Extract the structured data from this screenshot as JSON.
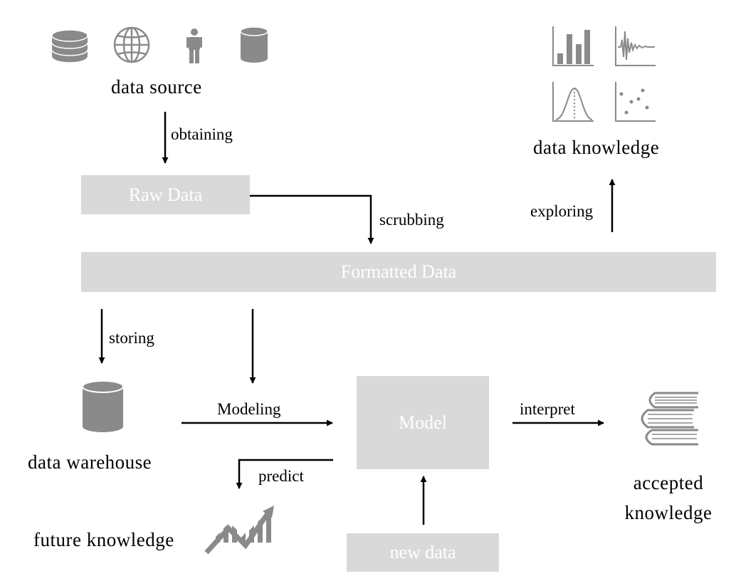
{
  "nodes": {
    "data_source": "data source",
    "raw_data": "Raw Data",
    "formatted_data": "Formatted Data",
    "data_knowledge": "data knowledge",
    "data_warehouse": "data warehouse",
    "model": "Model",
    "accepted_knowledge_1": "accepted",
    "accepted_knowledge_2": "knowledge",
    "future_knowledge": "future knowledge",
    "new_data": "new data"
  },
  "edges": {
    "obtaining": "obtaining",
    "scrubbing": "scrubbing",
    "exploring": "exploring",
    "storing": "storing",
    "modeling": "Modeling",
    "interpret": "interpret",
    "predict": "predict"
  },
  "icons": {
    "data_source": [
      "database-stack-icon",
      "globe-icon",
      "person-icon",
      "database-cylinder-icon"
    ],
    "data_knowledge": [
      "bar-chart-icon",
      "waveform-chart-icon",
      "bell-curve-chart-icon",
      "scatter-chart-icon"
    ],
    "data_warehouse": "database-cylinder-icon",
    "accepted_knowledge": "book-stack-icon",
    "future_knowledge": "growth-chart-icon"
  },
  "colors": {
    "box": "#d9d9d9",
    "box_text": "#ffffff",
    "icon": "#8a8a8a",
    "arrow": "#000000"
  }
}
